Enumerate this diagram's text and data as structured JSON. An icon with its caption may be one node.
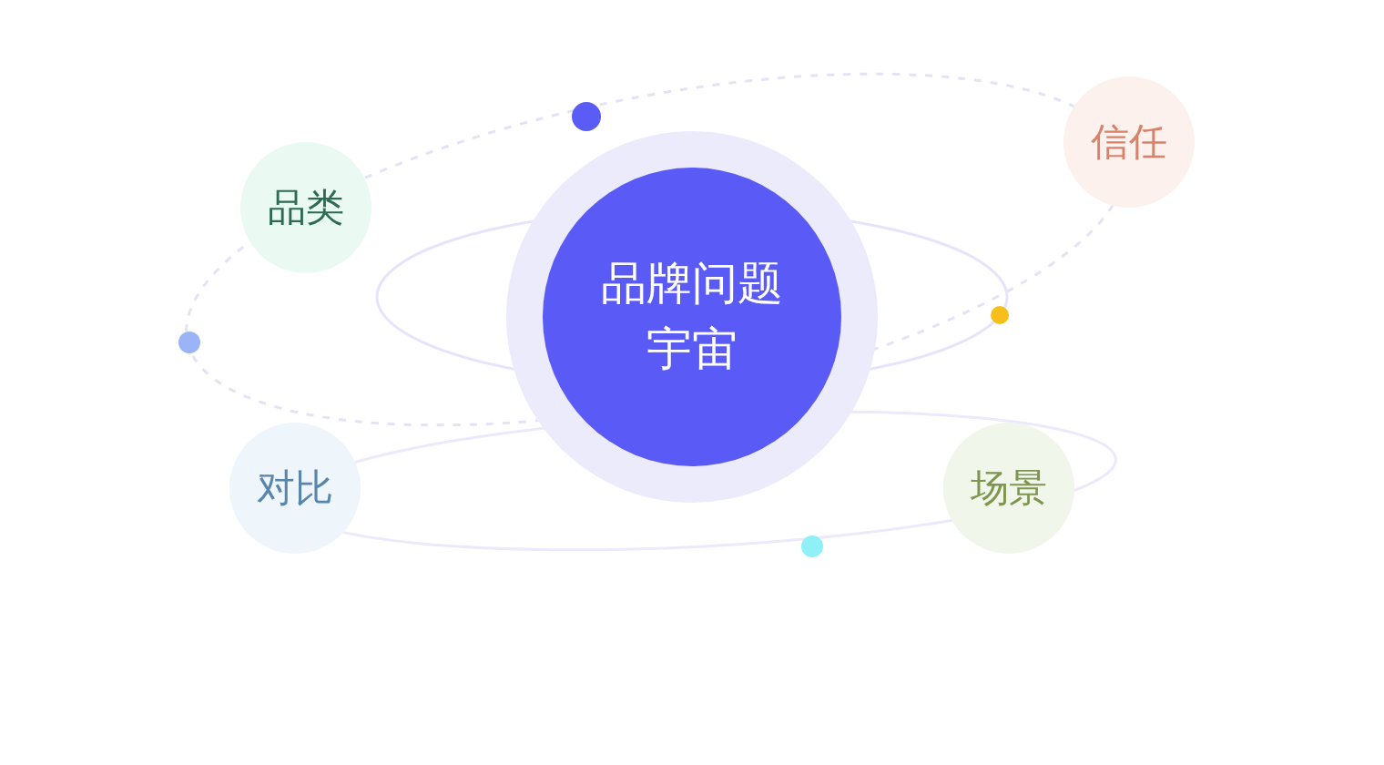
{
  "diagram": {
    "nodes": [
      {
        "text": [
          "品牌问题宇宙"
        ]
      },
      {
        "text": [
          "品类"
        ]
      },
      {
        "text": [
          "信任"
        ]
      },
      {
        "text": [
          "对比"
        ]
      },
      {
        "text": [
          "场景"
        ]
      }
    ]
  }
}
